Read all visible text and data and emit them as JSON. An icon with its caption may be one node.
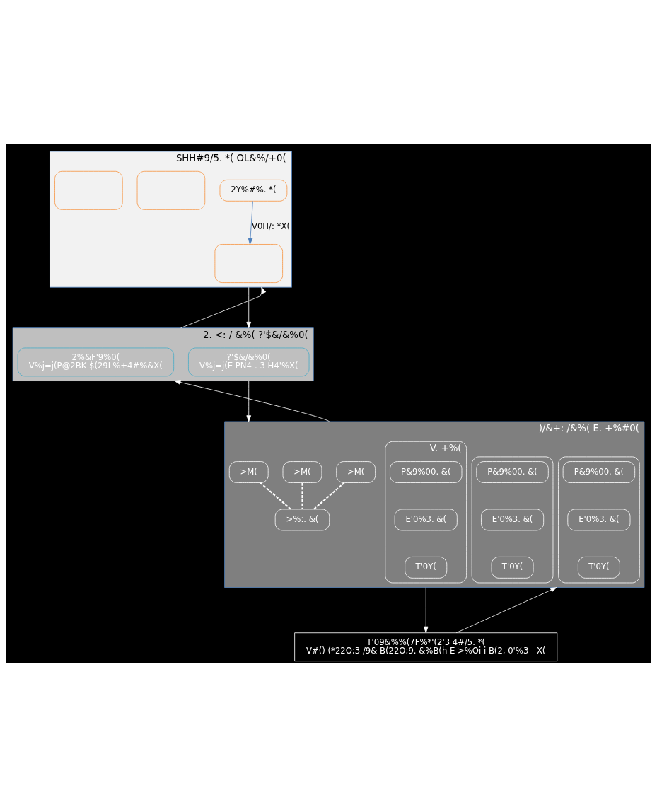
{
  "diagram": {
    "nodes": [
      {
        "text": [
          "SHH#9/5. *( OL&%/+0("
        ]
      },
      {
        "text": [
          "2Y%#%. *("
        ],
        "in": 0
      },
      {
        "text": [],
        "shape": "box",
        "in": 0
      },
      {
        "text": [],
        "shape": "box",
        "in": 0
      },
      {
        "text": [],
        "shape": "box",
        "in": 0
      },
      {
        "text": [
          "2. <: / &%( ?'$&/&%0("
        ]
      },
      {
        "text": [
          "?'$&/&%0(",
          "V%j=j(E PN4-. 3 H4'%X("
        ],
        "in": 5
      },
      {
        "text": [
          "2%&F'9%0(",
          "V%j=j(P@2BK $(29L%+4#%&X("
        ],
        "in": 5
      },
      {
        "text": [
          ")/&+: /&%( E. +%#0("
        ]
      },
      {
        "text": [],
        "shape": "box",
        "in": 8
      },
      {
        "text": [
          "P&9%00. &("
        ],
        "in": 9
      },
      {
        "text": [
          "E'0%3. &("
        ],
        "in": 9
      },
      {
        "text": [
          "T'0Y("
        ],
        "in": 9
      },
      {
        "text": [
          ">M("
        ],
        "in": 8
      },
      {
        "text": [],
        "shape": "box",
        "in": 8
      },
      {
        "text": [
          "P&9%00. &("
        ],
        "in": 14
      },
      {
        "text": [
          "E'0%3. &("
        ],
        "in": 14
      },
      {
        "text": [
          "T'0Y("
        ],
        "in": 14
      },
      {
        "text": [
          ">M("
        ],
        "in": 8
      },
      {
        "text": [
          "V. +%("
        ],
        "in": 8
      },
      {
        "text": [
          "P&9%00. &("
        ],
        "in": 19
      },
      {
        "text": [
          "E'0%3. &("
        ],
        "in": 19
      },
      {
        "text": [
          "T'0Y("
        ],
        "in": 19
      },
      {
        "text": [
          ">M("
        ],
        "in": 8
      },
      {
        "text": [
          ">%:. &("
        ],
        "in": 8
      },
      {
        "text": [
          "T'09&%%(7F%*'(2'3 4#/5. *(",
          "V#() (*22O;3 /9& B(22O;9. &%B(h E >%Oi i B(2, 0'%3 - X("
        ]
      }
    ],
    "edges": [
      {
        "from": 1,
        "to": 2,
        "arrow": "to",
        "label": "V0H/: *X(",
        "color": "#4f81bd"
      },
      {
        "from": 0,
        "to": 5,
        "arrow": "to"
      },
      {
        "from": 5,
        "to": 8,
        "arrow": "to"
      },
      {
        "from": 5,
        "to": 0,
        "arrow": "to"
      },
      {
        "from": 8,
        "to": 5,
        "arrow": "to"
      },
      {
        "from": 13,
        "to": 24,
        "arrow": "none",
        "style": "dashed"
      },
      {
        "from": 18,
        "to": 24,
        "arrow": "none",
        "style": "dashed"
      },
      {
        "from": 8,
        "to": 25,
        "arrow": "to"
      },
      {
        "from": 23,
        "to": 24,
        "arrow": "none",
        "style": "dashed"
      },
      {
        "from": 25,
        "to": 8,
        "arrow": "to"
      }
    ]
  }
}
